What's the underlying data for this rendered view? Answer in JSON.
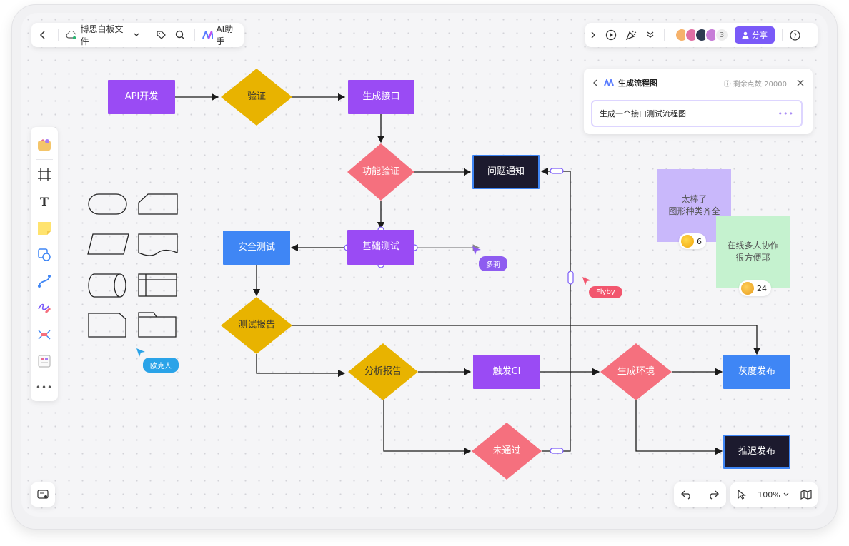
{
  "topbar": {
    "file_name": "博思白板文件",
    "ai_label": "AI助手",
    "avatar_count": "3",
    "share_label": "分享"
  },
  "ai_panel": {
    "title": "生成流程图",
    "points": "剩余点数:20000",
    "prompt": "生成一个接口测试流程图"
  },
  "flow": {
    "api_dev": "API开发",
    "verify": "验证",
    "gen_api": "生成接口",
    "func_verify": "功能验证",
    "issue_notify": "问题通知",
    "basic_test": "基础测试",
    "security_test": "安全测试",
    "test_report": "测试报告",
    "analysis_report": "分析报告",
    "trigger_ci": "触发CI",
    "gen_env": "生成环境",
    "gray_release": "灰度发布",
    "not_passed": "未通过",
    "delay_release": "推迟发布"
  },
  "stickies": {
    "s1_line1": "太棒了",
    "s1_line2": "图形种类齐全",
    "s1_count": "6",
    "s2_line1": "在线多人协作",
    "s2_line2": "很方便耶",
    "s2_count": "24"
  },
  "cursors": {
    "c1": "多莉",
    "c2": "Flyby",
    "c3": "欧克人"
  },
  "zoom": "100%",
  "colors": {
    "accent": "#7a5af8",
    "purple": "#9a4bf4",
    "yellow": "#e8b300",
    "pink": "#f5707e",
    "blue": "#3f86f5",
    "dark": "#1c1a2e"
  }
}
